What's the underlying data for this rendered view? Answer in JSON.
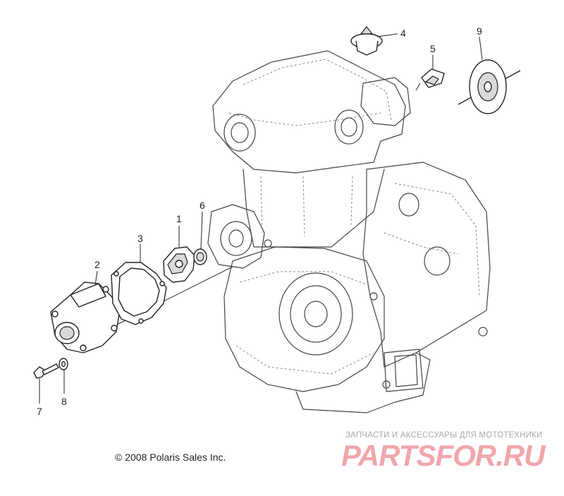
{
  "callouts": [
    "1",
    "2",
    "3",
    "4",
    "5",
    "6",
    "7",
    "8",
    "9"
  ],
  "copyright": "© 2008 Polaris Sales Inc.",
  "watermark": {
    "tagline": "ЗАПЧАСТИ И АКСЕССУАРЫ ДЛЯ МОТОТЕХНИКИ",
    "logo": "PARTSFOR.RU"
  },
  "colors": {
    "line": "#222222",
    "watermark": "#f0a6ac",
    "watermark_text": "#a8a8a8"
  }
}
